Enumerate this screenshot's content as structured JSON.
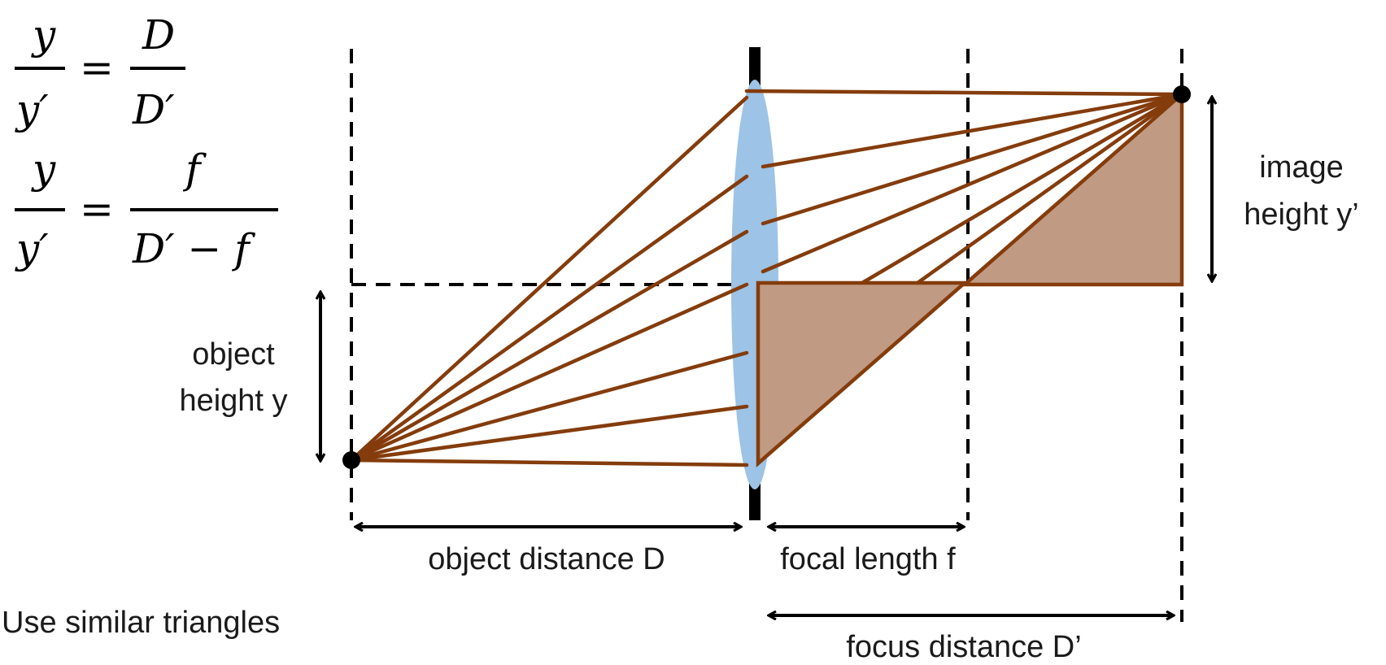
{
  "colors": {
    "ray": "#843c0c",
    "triangle_fill": "#c09a83",
    "lens_fill": "#9dc3e6",
    "line": "#000000",
    "text": "#1a1a1a"
  },
  "formula_1": {
    "num_left": "y",
    "den_left": "y′",
    "equals": "=",
    "num_right": "D",
    "den_right": "D′"
  },
  "formula_2": {
    "num_left": "y",
    "den_left": "y′",
    "equals": "=",
    "num_right": "f",
    "den_right": "D′ − f"
  },
  "labels": {
    "object_height_line1": "object",
    "object_height_line2": "height y",
    "image_height_line1": "image",
    "image_height_line2": "height y’",
    "object_distance": "object distance D",
    "focal_length": "focal length f",
    "focus_distance": "focus distance D’",
    "hint": "Use similar triangles"
  }
}
